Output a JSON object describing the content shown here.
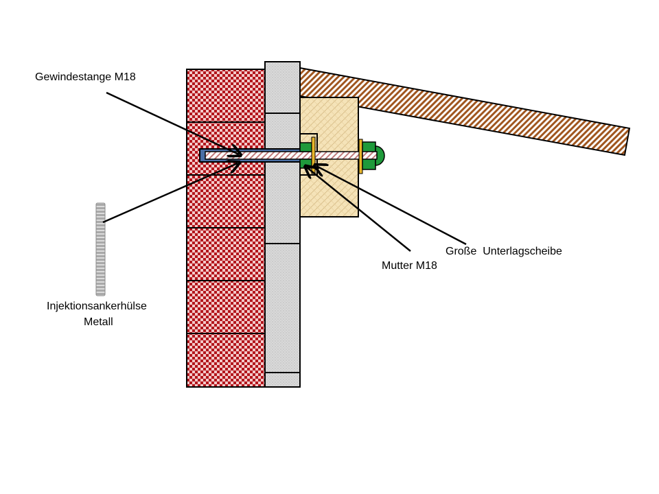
{
  "labels": {
    "rod": "Gewindestange M18",
    "sleeve_line1": "Injektionsankerhülse",
    "sleeve_line2": "Metall",
    "nut": "Mutter M18",
    "washer": "Große  Unterlagscheibe"
  },
  "colors": {
    "brick_red": "#b3161c",
    "brick_light": "#f3c9c9",
    "concrete": "#d4d4d4",
    "timber_stripe": "#a0561f",
    "timber_block": "#f5e3b8",
    "nut_green": "#1f9a3b",
    "washer_yellow": "#e8b52a",
    "sleeve_blue": "#4a6fa5",
    "rod_fill": "#ffd6d6",
    "outline": "#000000"
  }
}
